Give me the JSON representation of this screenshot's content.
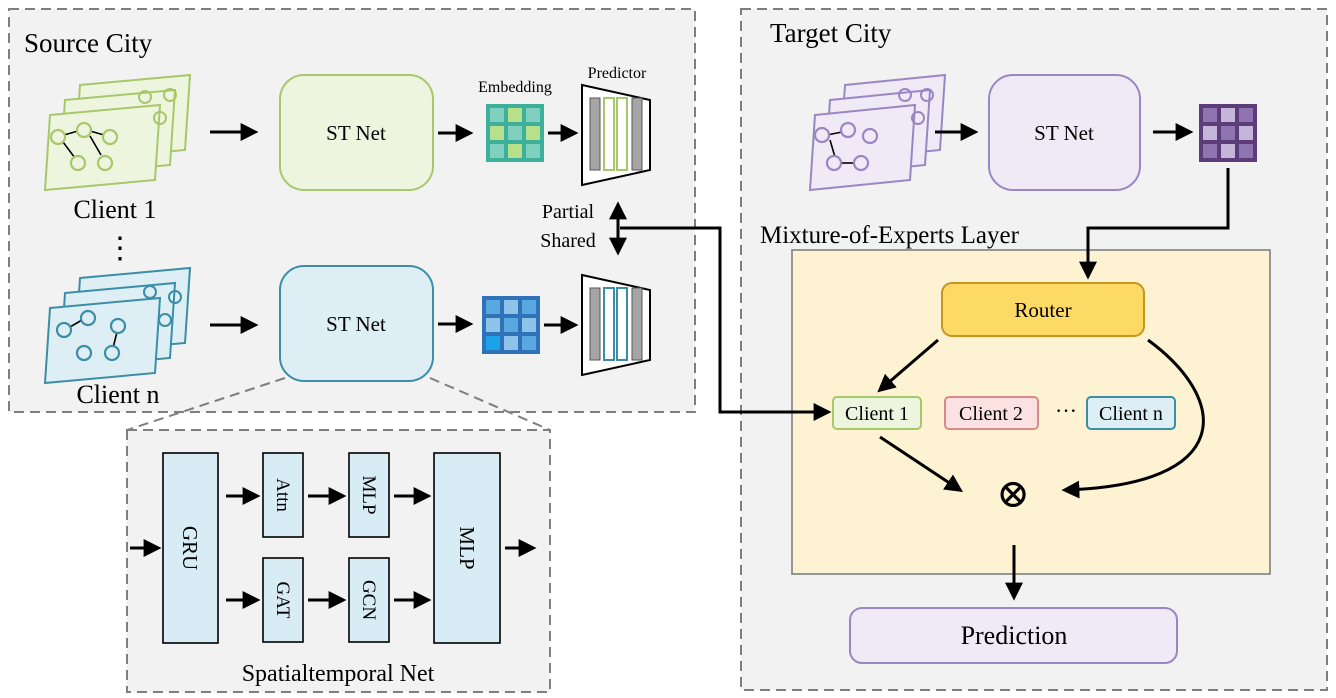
{
  "source": {
    "title": "Source City",
    "client1_label": "Client 1",
    "client_n_label": "Client n",
    "ellipsis": "⋮",
    "stnet1_label": "ST Net",
    "stnetn_label": "ST Net",
    "embedding_label": "Embedding",
    "predictor_label": "Predictor",
    "partial_shared_line1": "Partial",
    "partial_shared_line2": "Shared"
  },
  "stnet_detail": {
    "title": "Spatialtemporal Net",
    "gru": "GRU",
    "attn": "Attn",
    "mlp_top": "MLP",
    "gat": "GAT",
    "gcn": "GCN",
    "mlp_out": "MLP"
  },
  "target": {
    "title": "Target City",
    "stnet_label": "ST Net",
    "moe_title": "Mixture-of-Experts Layer",
    "router": "Router",
    "client1": "Client 1",
    "client2": "Client 2",
    "dots": "···",
    "client_n": "Client n",
    "combine_symbol": "⊗",
    "prediction": "Prediction"
  },
  "colors": {
    "green": "#a6c86a",
    "green_fill": "#eef5df",
    "teal": "#3b8ea5",
    "teal_fill": "#ddeef5",
    "purple": "#9b86c4",
    "purple_fill": "#efeaf6",
    "router_fill": "#fdd966",
    "moe_fill": "#fdf3d2",
    "client2_stroke": "#d88a8a",
    "client2_fill": "#fbe1e1",
    "panel_fill": "#f2f2f2"
  }
}
